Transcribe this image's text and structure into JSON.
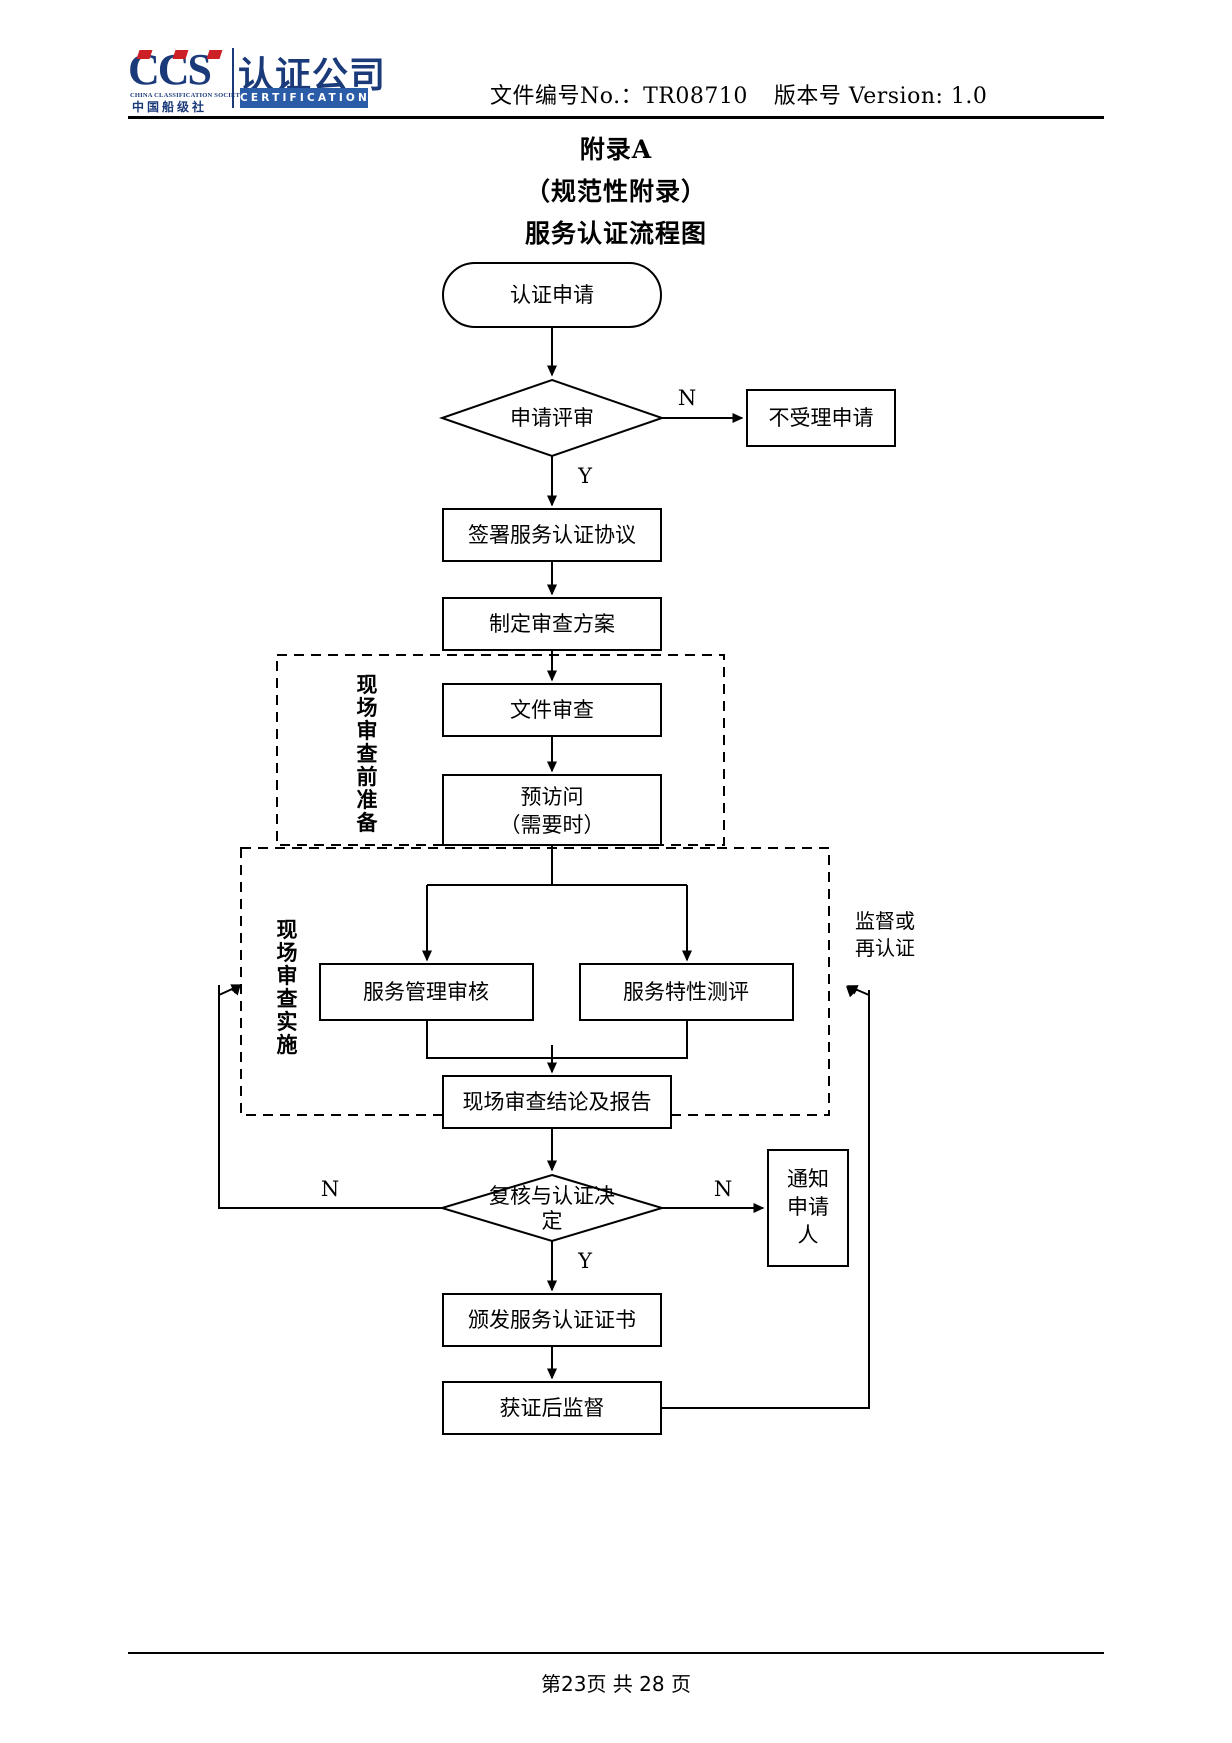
{
  "header": {
    "logo": {
      "mark": "CCS",
      "mark_sub_en": "CHINA CLASSIFICATION SOCIETY",
      "mark_sub_cn": "中国船级社",
      "company_cn": "认证公司",
      "company_en": "CERTIFICATION"
    },
    "doc_no_label": "文件编号No.：",
    "doc_no_value": "TR08710",
    "version_label": "版本号 Version:",
    "version_value": "1.0"
  },
  "titles": {
    "appendix": "附录A",
    "kind": "（规范性附录）",
    "name": "服务认证流程图"
  },
  "flow": {
    "nodes": {
      "apply": "认证申请",
      "apply_review": "申请评审",
      "reject": "不受理申请",
      "sign_agreement": "签署服务认证协议",
      "make_plan": "制定审查方案",
      "doc_review": "文件审查",
      "previsit_l1": "预访问",
      "previsit_l2": "（需要时）",
      "service_mgmt_audit": "服务管理审核",
      "service_char_eval": "服务特性测评",
      "onsite_report": "现场审查结论及报告",
      "decision_l1": "复核与认证决",
      "decision_l2": "定",
      "notify_l1": "通知",
      "notify_l2": "申请",
      "notify_l3": "人",
      "issue_cert": "颁发服务认证证书",
      "post_supervision": "获证后监督"
    },
    "group_labels": {
      "prep": "现场审查前准备",
      "onsite": "现场审查实施"
    },
    "edge_labels": {
      "reject_n": "N",
      "accept_y": "Y",
      "decision_n_left": "N",
      "decision_n_right": "N",
      "decision_y": "Y",
      "resupervise_l1": "监督或",
      "resupervise_l2": "再认证"
    }
  },
  "footer": {
    "page_text": "第23页  共 28 页"
  }
}
